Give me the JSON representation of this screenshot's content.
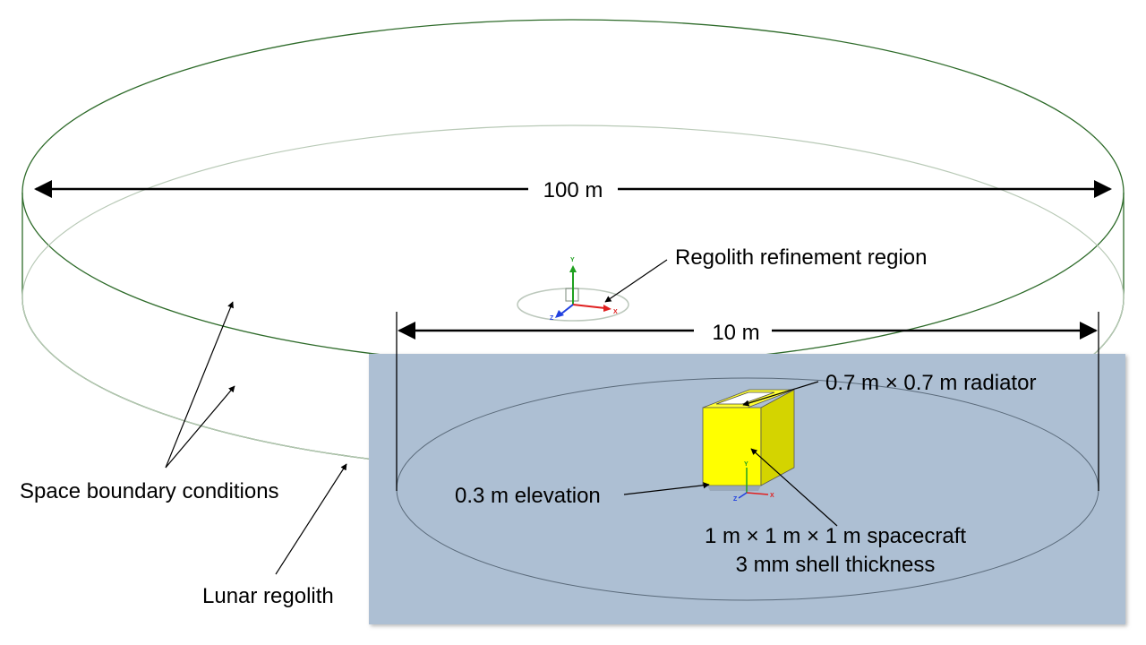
{
  "labels": {
    "outer_diameter": "100 m",
    "refinement_region": "Regolith refinement region",
    "inner_diameter": "10 m",
    "radiator": "0.7 m × 0.7 m radiator",
    "elevation": "0.3 m elevation",
    "spacecraft_line1": "1 m × 1 m × 1 m spacecraft",
    "spacecraft_line2": "3 mm shell thickness",
    "space_bc": "Space boundary conditions",
    "regolith": "Lunar regolith"
  },
  "triad": {
    "x": "X",
    "y": "Y",
    "z": "Z"
  },
  "colors": {
    "outer_cylinder": "#2e6b2a",
    "inner_edge": "#b8c9b6",
    "inset_panel": "#adbfd3",
    "spacecraft": "#ffff00",
    "spacecraft_side": "#d4d400",
    "radiator": "#ffffff",
    "axis_x": "#e02020",
    "axis_y": "#20a020",
    "axis_z": "#2040e0"
  }
}
